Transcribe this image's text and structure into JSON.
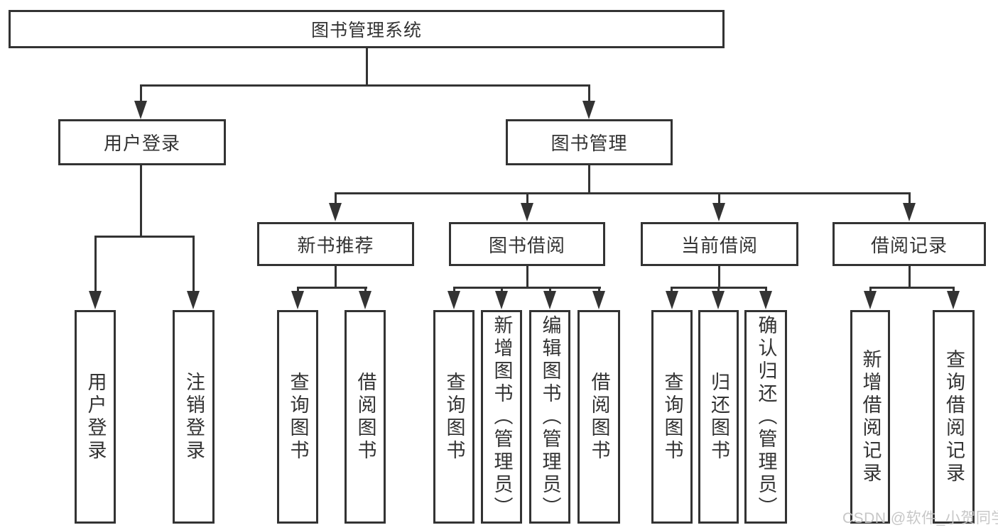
{
  "nodes": {
    "root": "图书管理系统",
    "user_login": "用户登录",
    "book_management": "图书管理",
    "new_book_recommend": "新书推荐",
    "book_borrow": "图书借阅",
    "current_borrow": "当前借阅",
    "borrow_records": "借阅记录",
    "leaf_user_login": "用户登录",
    "leaf_logout": "注销登录",
    "leaf_query_books_1": "查询图书",
    "leaf_borrow_books_1": "借阅图书",
    "leaf_query_books_2": "查询图书",
    "leaf_add_books_admin": "新增图书（管理员）",
    "leaf_edit_books_admin": "编辑图书（管理员）",
    "leaf_borrow_books_2": "借阅图书",
    "leaf_query_books_3": "查询图书",
    "leaf_return_books": "归还图书",
    "leaf_confirm_return_admin": "确认归还（管理员）",
    "leaf_add_borrow_record": "新增借阅记录",
    "leaf_query_borrow_record": "查询借阅记录"
  },
  "watermark": "CSDN @软件_小贺同学",
  "colors": {
    "line": "#333333",
    "text": "#333333",
    "watermark": "#c4c4c4",
    "background": "#ffffff"
  }
}
